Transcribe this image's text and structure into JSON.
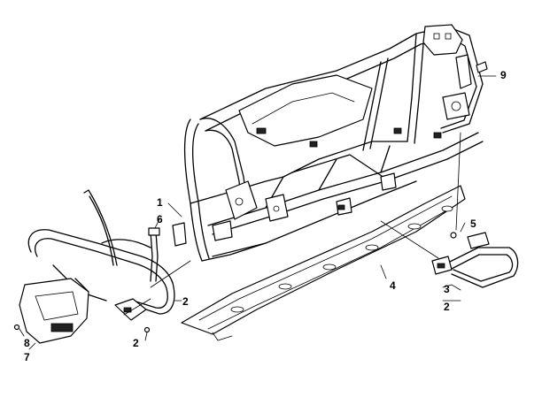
{
  "callouts": [
    {
      "id": "c1",
      "text": "1"
    },
    {
      "id": "c2a",
      "text": "2"
    },
    {
      "id": "c2b",
      "text": "2"
    },
    {
      "id": "c2c",
      "text": "2"
    },
    {
      "id": "c3",
      "text": "3"
    },
    {
      "id": "c4",
      "text": "4"
    },
    {
      "id": "c5",
      "text": "5"
    },
    {
      "id": "c6",
      "text": "6"
    },
    {
      "id": "c7",
      "text": "7"
    },
    {
      "id": "c8",
      "text": "8"
    },
    {
      "id": "c9",
      "text": "9"
    }
  ]
}
